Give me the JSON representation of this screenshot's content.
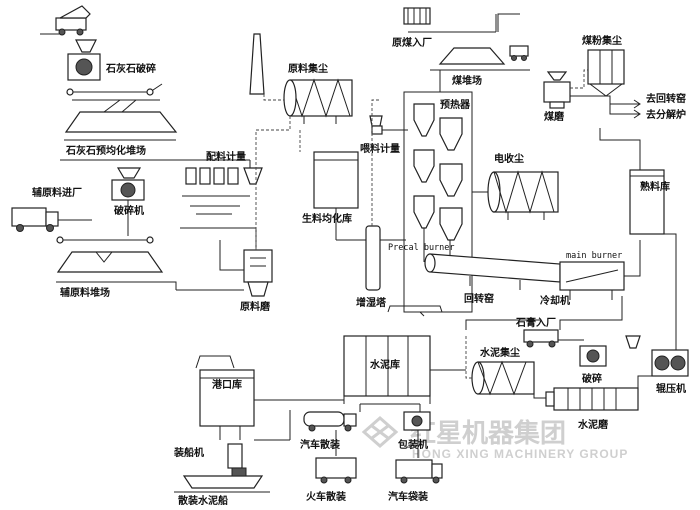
{
  "diagram": {
    "labels": {
      "limestone_crushing": "石灰石破碎",
      "limestone_prehomo": "石灰石预均化堆场",
      "aux_in": "辅原料进厂",
      "crusher": "破碎机",
      "aux_yard": "辅原料堆场",
      "batching": "配料计量",
      "raw_mill": "原料磨",
      "raw_dust": "原料集尘",
      "raw_homo": "生料均化库",
      "feed_meter": "喂料计量",
      "preheater": "预热器",
      "humidifier": "增湿塔",
      "precal_burner": "Precal burner",
      "rotary_kiln": "回转窑",
      "main_burner": "main burner",
      "cooler": "冷却机",
      "es_dust": "电收尘",
      "clinker_silo": "熟料库",
      "coal_in": "原煤入厂",
      "coal_yard": "煤堆场",
      "coal_dust": "煤粉集尘",
      "coal_mill": "煤磨",
      "to_kiln": "去回转窑",
      "to_calciner": "去分解炉",
      "gypsum_in": "石膏入厂",
      "cement_dust": "水泥集尘",
      "gypsum_crush": "破碎",
      "roller_press": "辊压机",
      "cement_mill": "水泥磨",
      "cement_silo": "水泥库",
      "port_silo": "港口库",
      "ship_loader": "装船机",
      "bulk_ship": "散装水泥船",
      "truck_bulk": "汽车散装",
      "packing": "包装机",
      "train_bulk": "火车散装",
      "truck_bag": "汽车袋装"
    },
    "watermark": {
      "cn": "红星机器集团",
      "en": "HONG XING MACHINERY GROUP"
    }
  }
}
